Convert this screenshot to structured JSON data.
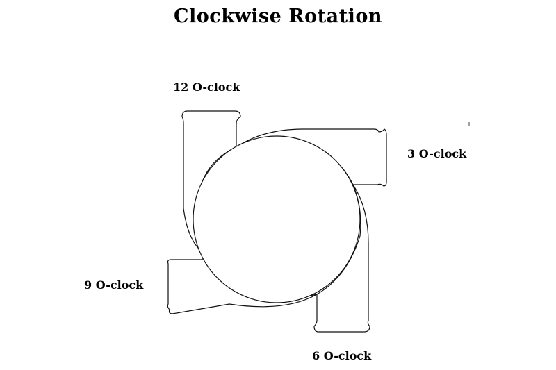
{
  "title": "Clockwise Rotation",
  "labels": {
    "twelve": "12 O-clock",
    "three": "3 O-clock",
    "six": "6 O-clock",
    "nine": "9 O-clock"
  },
  "colors": {
    "background": "#ffffff",
    "stroke": "#111111",
    "text": "#000000"
  }
}
